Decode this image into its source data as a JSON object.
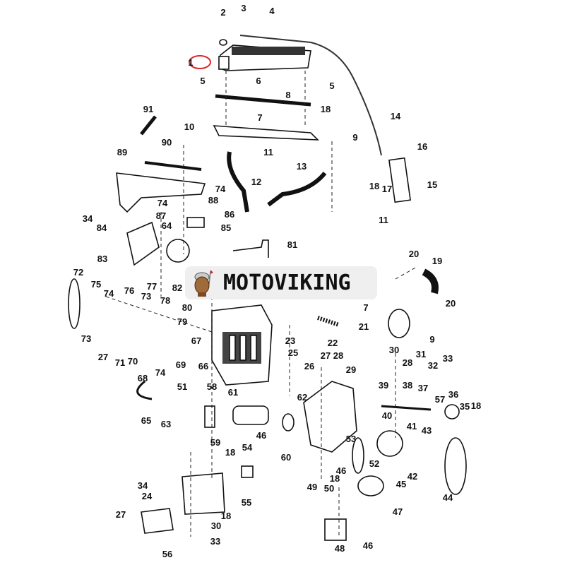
{
  "diagram": {
    "title": "Engine parts exploded view",
    "highlighted_part": "1",
    "highlight_color": "#d9262c",
    "part_labels": [
      "2",
      "3",
      "4",
      "1",
      "5",
      "6",
      "5",
      "8",
      "18",
      "91",
      "7",
      "14",
      "10",
      "9",
      "11",
      "16",
      "90",
      "89",
      "13",
      "12",
      "18",
      "17",
      "15",
      "74",
      "74",
      "88",
      "86",
      "87",
      "34",
      "84",
      "85",
      "11",
      "64",
      "81",
      "83",
      "20",
      "19",
      "72",
      "75",
      "74",
      "76",
      "77",
      "73",
      "82",
      "78",
      "80",
      "7",
      "20",
      "79",
      "23",
      "22",
      "21",
      "9",
      "73",
      "27",
      "71",
      "70",
      "67",
      "66",
      "25",
      "27",
      "28",
      "26",
      "29",
      "30",
      "31",
      "33",
      "28",
      "32",
      "37",
      "38",
      "74",
      "69",
      "68",
      "51",
      "58",
      "61",
      "62",
      "39",
      "36",
      "57",
      "35",
      "18",
      "40",
      "65",
      "63",
      "59",
      "46",
      "60",
      "53",
      "41",
      "43",
      "18",
      "54",
      "52",
      "42",
      "46",
      "18",
      "34",
      "24",
      "49",
      "50",
      "45",
      "55",
      "18",
      "47",
      "44",
      "27",
      "30",
      "48",
      "46",
      "56",
      "33"
    ]
  },
  "watermark": {
    "brand": "MOTOVIKING"
  }
}
